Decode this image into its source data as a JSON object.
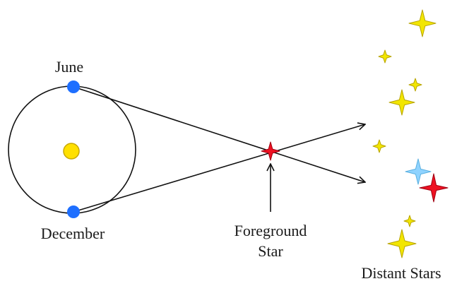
{
  "labels": {
    "june": "June",
    "december": "December",
    "foreground_line1": "Foreground",
    "foreground_line2": "Star",
    "distant_stars": "Distant Stars"
  },
  "colors": {
    "line": "#111111",
    "earth": "#1e6fff",
    "sun": "#ffe000",
    "sun_outline": "#c8a800",
    "foreground_star": "#ee1122",
    "distant_star_yellow": "#f2e600",
    "distant_star_blue": "#8fd3ff",
    "distant_star_red": "#ee1122"
  },
  "icons": {
    "sun": "sun-icon",
    "earth": "earth-dot-icon",
    "star": "four-point-star-icon"
  }
}
